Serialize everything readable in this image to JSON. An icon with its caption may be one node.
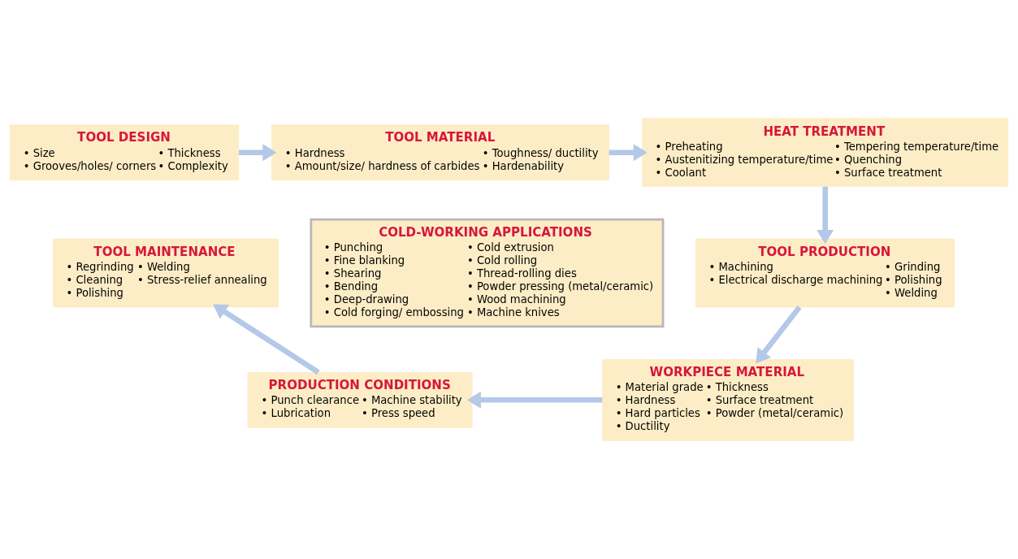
{
  "diagram": {
    "nodes": [
      {
        "text": [
          "TOOL DESIGN",
          "• Size",
          "• Grooves/holes/ corners",
          "• Thickness",
          "• Complexity"
        ]
      },
      {
        "text": [
          "TOOL MATERIAL",
          "• Hardness",
          "• Amount/size/ hardness of carbides",
          "• Toughness/ ductility",
          "• Hardenability"
        ]
      },
      {
        "text": [
          "HEAT TREATMENT",
          "• Preheating",
          "• Austenitizing temperature/time",
          "• Coolant",
          "• Tempering temperature/time",
          "• Quenching",
          "• Surface treatment"
        ]
      },
      {
        "text": [
          "TOOL MAINTENANCE",
          "• Regrinding",
          "• Cleaning",
          "• Polishing",
          "• Welding",
          "• Stress-relief annealing"
        ]
      },
      {
        "text": [
          "COLD-WORKING APPLICATIONS",
          "• Punching",
          "• Fine blanking",
          "• Shearing",
          "• Bending",
          "• Deep-drawing",
          "• Cold forging/ embossing",
          "• Cold extrusion",
          "• Cold rolling",
          "• Thread-rolling dies",
          "• Powder pressing (metal/ceramic)",
          "• Wood machining",
          "• Machine knives"
        ]
      },
      {
        "text": [
          "TOOL PRODUCTION",
          "• Machining",
          "• Electrical discharge machining",
          "• Grinding",
          "• Polishing",
          "• Welding"
        ]
      },
      {
        "text": [
          "PRODUCTION CONDITIONS",
          "• Punch clearance",
          "• Lubrication",
          "• Machine stability",
          "• Press speed"
        ]
      },
      {
        "text": [
          "WORKPIECE MATERIAL",
          "• Material grade",
          "• Hardness",
          "• Hard particles",
          "• Ductility",
          "• Thickness",
          "• Surface treatment",
          "• Powder (metal/ceramic)"
        ]
      }
    ],
    "edges": [
      {
        "from": 0,
        "to": 1,
        "arrow": "to"
      },
      {
        "from": 1,
        "to": 2,
        "arrow": "to"
      },
      {
        "from": 2,
        "to": 5,
        "arrow": "to"
      },
      {
        "from": 5,
        "to": 7,
        "arrow": "to"
      },
      {
        "from": 7,
        "to": 6,
        "arrow": "to"
      },
      {
        "from": 6,
        "to": 3,
        "arrow": "to"
      }
    ]
  }
}
